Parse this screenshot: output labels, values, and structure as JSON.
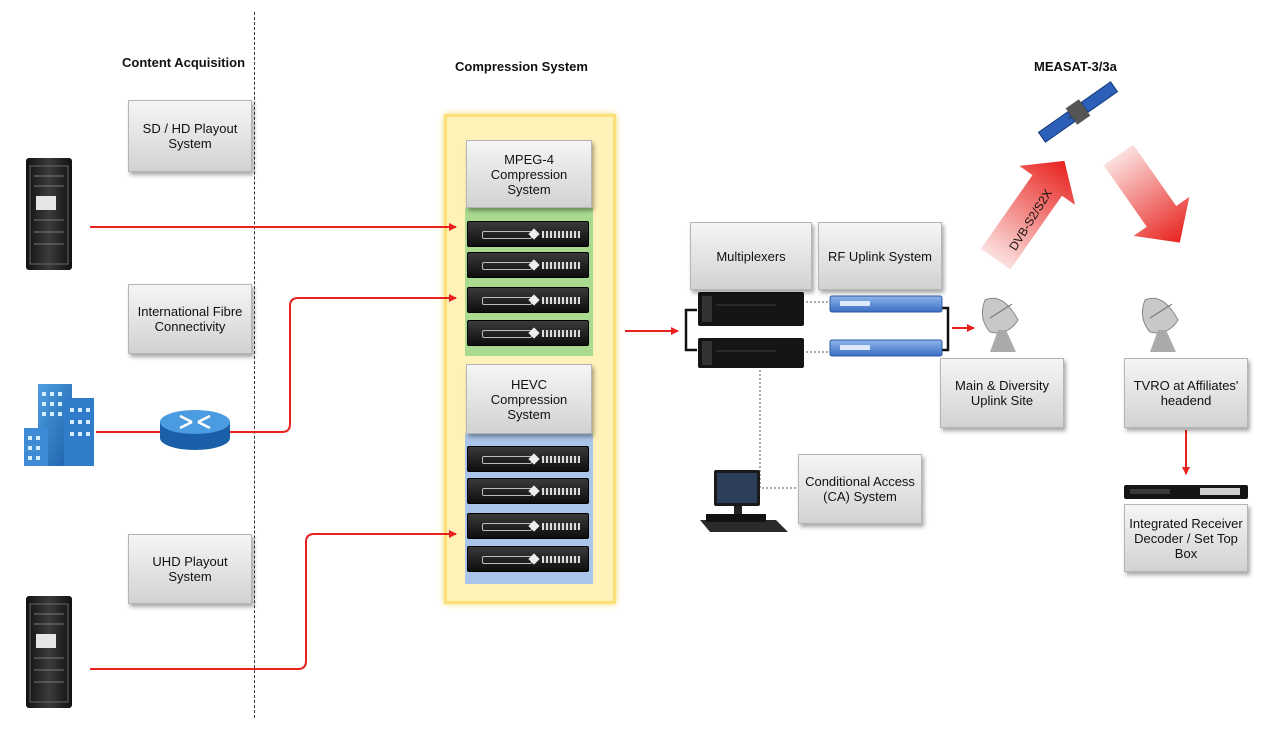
{
  "headers": {
    "content_acquisition": "Content Acquisition",
    "compression_system": "Compression System",
    "satellite": "MEASAT-3/3a"
  },
  "boxes": {
    "sd_hd_playout": "SD / HD Playout System",
    "intl_fibre": "International Fibre Connectivity",
    "uhd_playout": "UHD Playout System",
    "mpeg4": "MPEG-4 Compression System",
    "hevc": "HEVC Compression System",
    "multiplexers": "Multiplexers",
    "rf_uplink": "RF Uplink System",
    "main_diversity": "Main & Diversity Uplink Site",
    "conditional_access": "Conditional Access (CA) System",
    "tvro": "TVRO at Affiliates' headend",
    "ird": "Integrated Receiver Decoder / Set Top Box"
  },
  "uplink_label": "DVB-S2/S2X",
  "colors": {
    "arrow": "#e8231f",
    "mpeg4_group": "#a8d98f",
    "hevc_group": "#a9c4e8",
    "compression_bg": "#fff0b0"
  }
}
